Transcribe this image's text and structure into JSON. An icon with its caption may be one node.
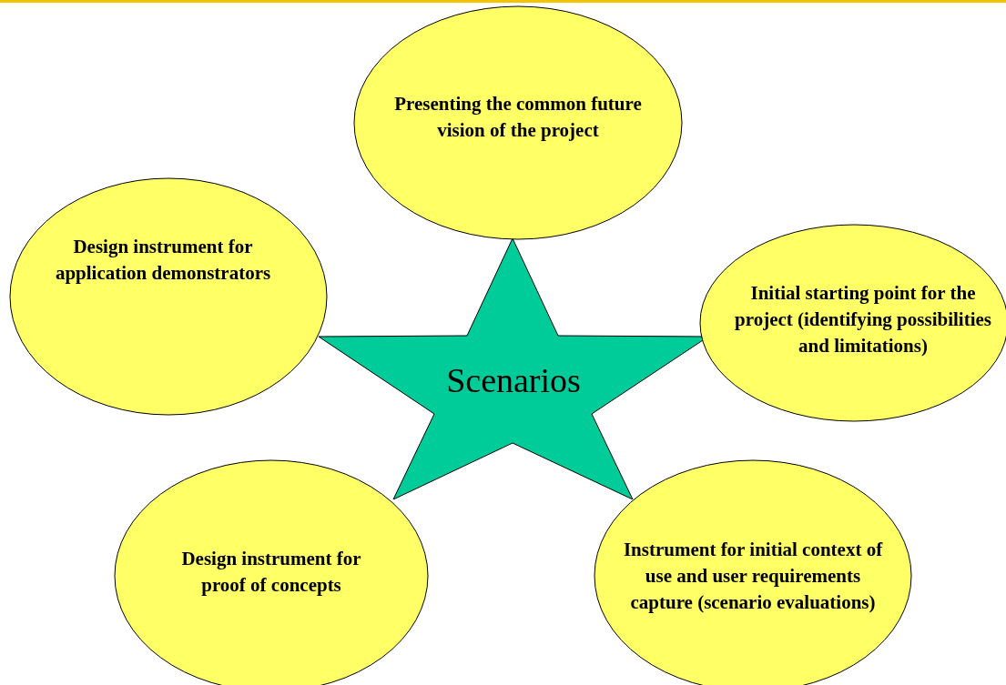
{
  "diagram": {
    "nodes": [
      {
        "text": [
          "Presenting the common future vision of the project"
        ]
      },
      {
        "text": [
          "Design instrument for application demonstrators"
        ]
      },
      {
        "text": [
          "Initial starting point for the project (identifying possibilities and limitations)"
        ]
      },
      {
        "text": [
          "Scenarios"
        ]
      },
      {
        "text": [
          "Design instrument for proof of concepts"
        ]
      },
      {
        "text": [
          "Instrument for initial context of use and user requirements capture (scenario evaluations)"
        ]
      }
    ]
  }
}
